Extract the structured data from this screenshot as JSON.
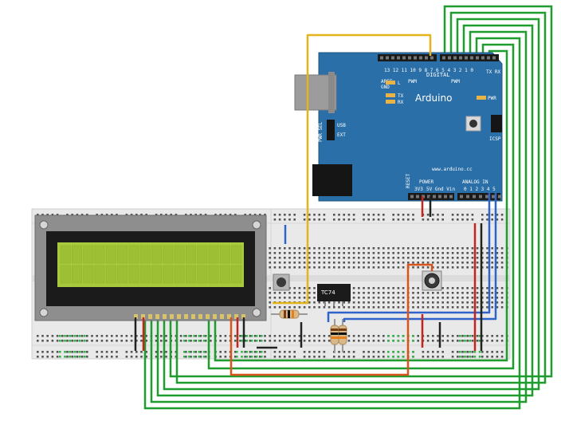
{
  "arduino": {
    "brand": "Arduino",
    "url": "www.arduino.cc",
    "digital_label": "DIGITAL",
    "tx_label": "TX",
    "rx_label": "RX",
    "l_label": "L",
    "pwr_label": "PWR",
    "icsp_label": "ICSP",
    "usb_label": "USB",
    "ext_label": "EXT",
    "pwr_sel_label": "PWR SEL",
    "reset_label": "RESET",
    "power_label": "POWER",
    "analog_label": "ANALOG IN",
    "v33_label": "3V3",
    "power_pins": "5V Gnd Vin",
    "analog_pins": "0 1 2 3 4 5",
    "aref_label": "AREF",
    "gnd_label": "GND",
    "digital_pins": "13 12 11 10 9 8   7 6 5 4 3 2 1 0",
    "pwm_label": "PWM",
    "txrx_pins": "TX RX"
  },
  "sensor": {
    "label": "TC74"
  },
  "colors": {
    "board": "#2a6fa8",
    "lcd_screen": "#a7c93b",
    "wire_green": "#1e9c2e",
    "wire_yellow": "#e3b51a",
    "wire_blue": "#2f63c9",
    "wire_red": "#c0261f",
    "wire_orange": "#d9541c",
    "wire_black": "#222222"
  }
}
